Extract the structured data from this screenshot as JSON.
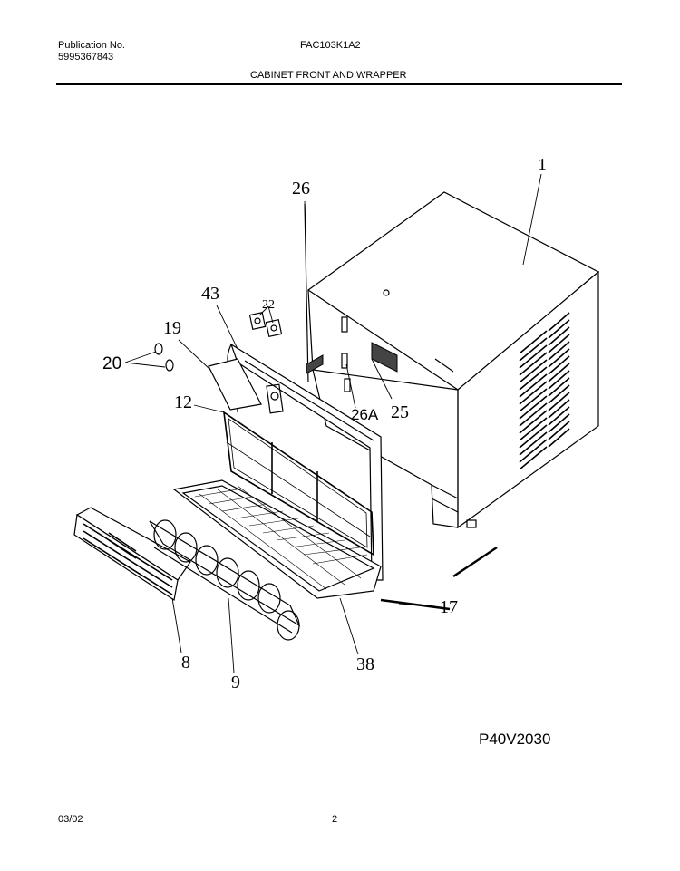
{
  "header": {
    "publication_label": "Publication No.",
    "publication_number": "5995367843",
    "model": "FAC103K1A2",
    "section_title": "CABINET FRONT AND WRAPPER"
  },
  "callouts": {
    "c1": "1",
    "c26": "26",
    "c43": "43",
    "c22": "22",
    "c19": "19",
    "c20": "20",
    "c12": "12",
    "c26a": "26A",
    "c25": "25",
    "c17": "17",
    "c8": "8",
    "c9": "9",
    "c38": "38"
  },
  "figure_code": "P40V2030",
  "footer": {
    "date": "03/02",
    "page": "2"
  }
}
